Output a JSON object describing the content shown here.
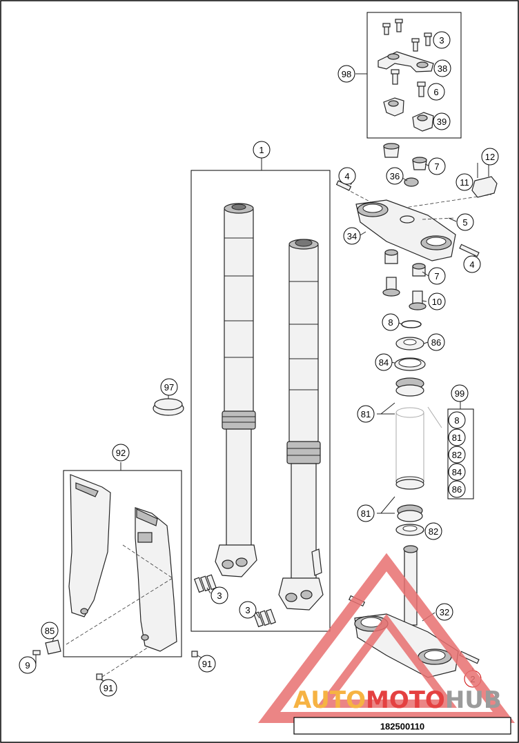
{
  "diagram": {
    "callouts": {
      "c1": "1",
      "c2": "2",
      "c3a": "3",
      "c3b": "3",
      "c3c": "3",
      "c4a": "4",
      "c4b": "4",
      "c5": "5",
      "c6": "6",
      "c7a": "7",
      "c7b": "7",
      "c8a": "8",
      "c8b": "8",
      "c9": "9",
      "c10": "10",
      "c11": "11",
      "c12": "12",
      "c32": "32",
      "c34": "34",
      "c36": "36",
      "c38": "38",
      "c39": "39",
      "c81a": "81",
      "c81b": "81",
      "c81c": "81",
      "c82a": "82",
      "c82b": "82",
      "c84a": "84",
      "c84b": "84",
      "c85": "85",
      "c86a": "86",
      "c86b": "86",
      "c91a": "91",
      "c91b": "91",
      "c92": "92",
      "c97": "97",
      "c98": "98",
      "c99": "99"
    },
    "diagram_code": "182500110"
  },
  "watermark": {
    "brand_part1": "AUTO",
    "brand_part2": "MOTO",
    "brand_part3": "HUB",
    "color_orange": "#f5a623",
    "color_red": "#e02020",
    "color_gray": "#8a8a8a"
  }
}
